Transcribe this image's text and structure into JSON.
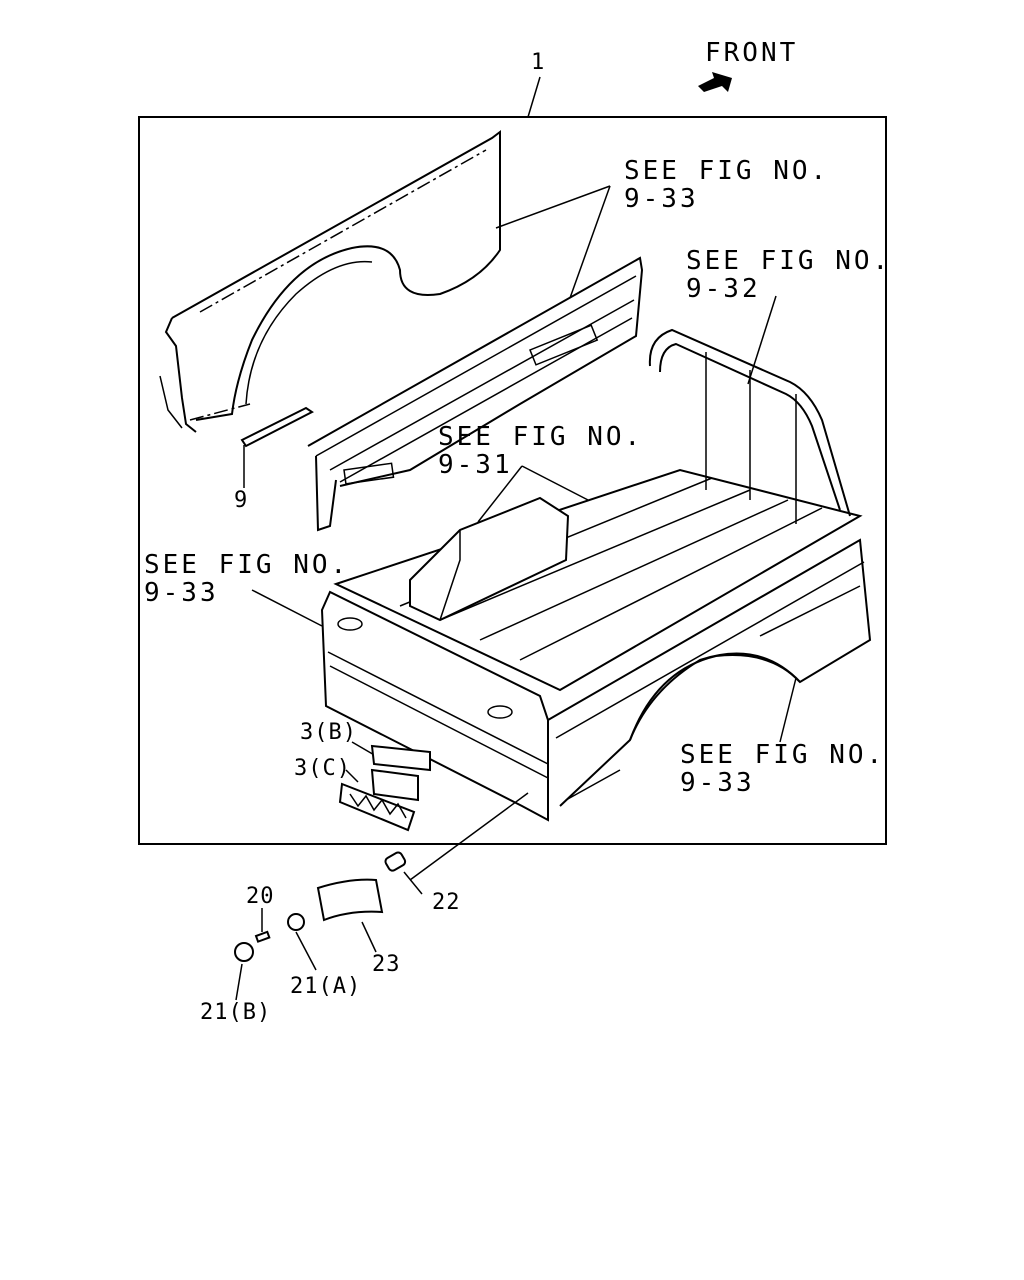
{
  "front_label": "FRONT",
  "ref_prefix": "SEE FIG NO.",
  "refs": {
    "top": "9-33",
    "right_upper": "9-32",
    "middle": "9-31",
    "left": "9-33",
    "right_lower": "9-33"
  },
  "callouts": {
    "assembly": "1",
    "part_9": "9",
    "part_3b": "3(B)",
    "part_3c": "3(C)",
    "part_20": "20",
    "part_21a": "21(A)",
    "part_21b": "21(B)",
    "part_22": "22",
    "part_23": "23"
  }
}
